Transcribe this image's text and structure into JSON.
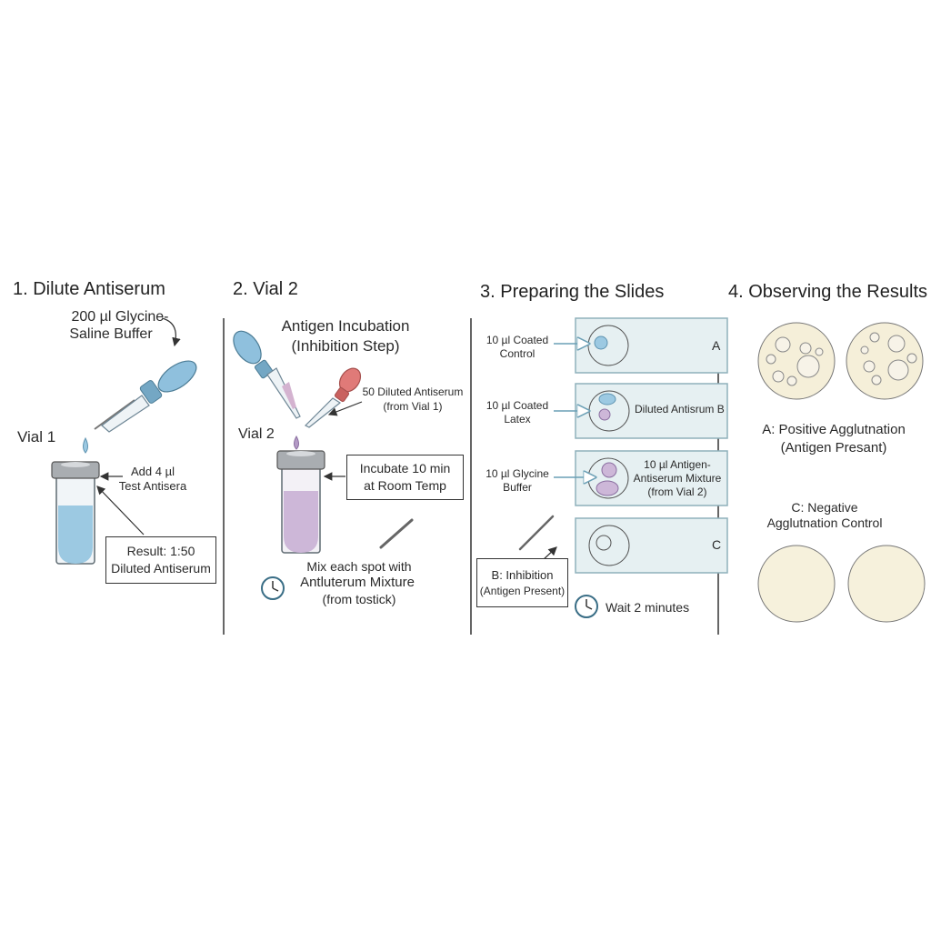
{
  "steps": [
    {
      "heading": "1. Dilute Antiserum",
      "buffer_label_1": "200 µl Glycine-",
      "buffer_label_2": "Saline Buffer",
      "vial_label": "Vial 1",
      "add_label_1": "Add 4 µl",
      "add_label_2": "Test Antisera",
      "result_box_1": "Result: 1:50",
      "result_box_2": "Diluted Antiserum"
    },
    {
      "heading": "2. Vial 2",
      "subtitle_1": "Antigen Incubation",
      "subtitle_2": "(Inhibition Step)",
      "dropper_label_1": "50 Diluted Antiserum",
      "dropper_label_2": "(from Vial 1)",
      "vial_label": "Vial 2",
      "incubate_box_1": "Incubate 10 min",
      "incubate_box_2": "at Room Temp",
      "mix_1": "Mix each spot with",
      "mix_2": "Antluterum Mixture",
      "mix_3": "(from tostick)"
    },
    {
      "heading": "3. Preparing the Slides",
      "row1_label_1": "10 µl Coated",
      "row1_label_2": "Control",
      "row2_label_1": "10 µl Coated",
      "row2_label_2": "Latex",
      "row3_label_1": "10 µl Glycine",
      "row3_label_2": "Buffer",
      "slide_a": "A",
      "slide_b_text": "Diluted Antisrum B",
      "slide_mix_1": "10 µl Antigen-",
      "slide_mix_2": "Antiserum Mixture",
      "slide_mix_3": "(from Vial 2)",
      "slide_c": "C",
      "inhibition_box_1": "B: Inhibition",
      "inhibition_box_2": "(Antigen Present)",
      "wait_label": "Wait 2 minutes"
    },
    {
      "heading": "4. Observing the Results",
      "positive_1": "A: Positive Agglutnation",
      "positive_2": "(Antigen Presant)",
      "negative_1": "C: Negative",
      "negative_2": "Agglutnation Control"
    }
  ],
  "colors": {
    "liquid_blue": "#9cc9e2",
    "liquid_purple": "#cdb7d8",
    "dropper_blue": "#8fc0dd",
    "dropper_red": "#e07a78",
    "slide_fill": "#e6f0f2",
    "result_fill": "#f5efd9",
    "clump_fill": "#f7f3e8"
  },
  "icons": [
    "dropper-icon",
    "test-tube-icon",
    "clock-icon",
    "stirring-stick-icon",
    "arrow-icon"
  ]
}
